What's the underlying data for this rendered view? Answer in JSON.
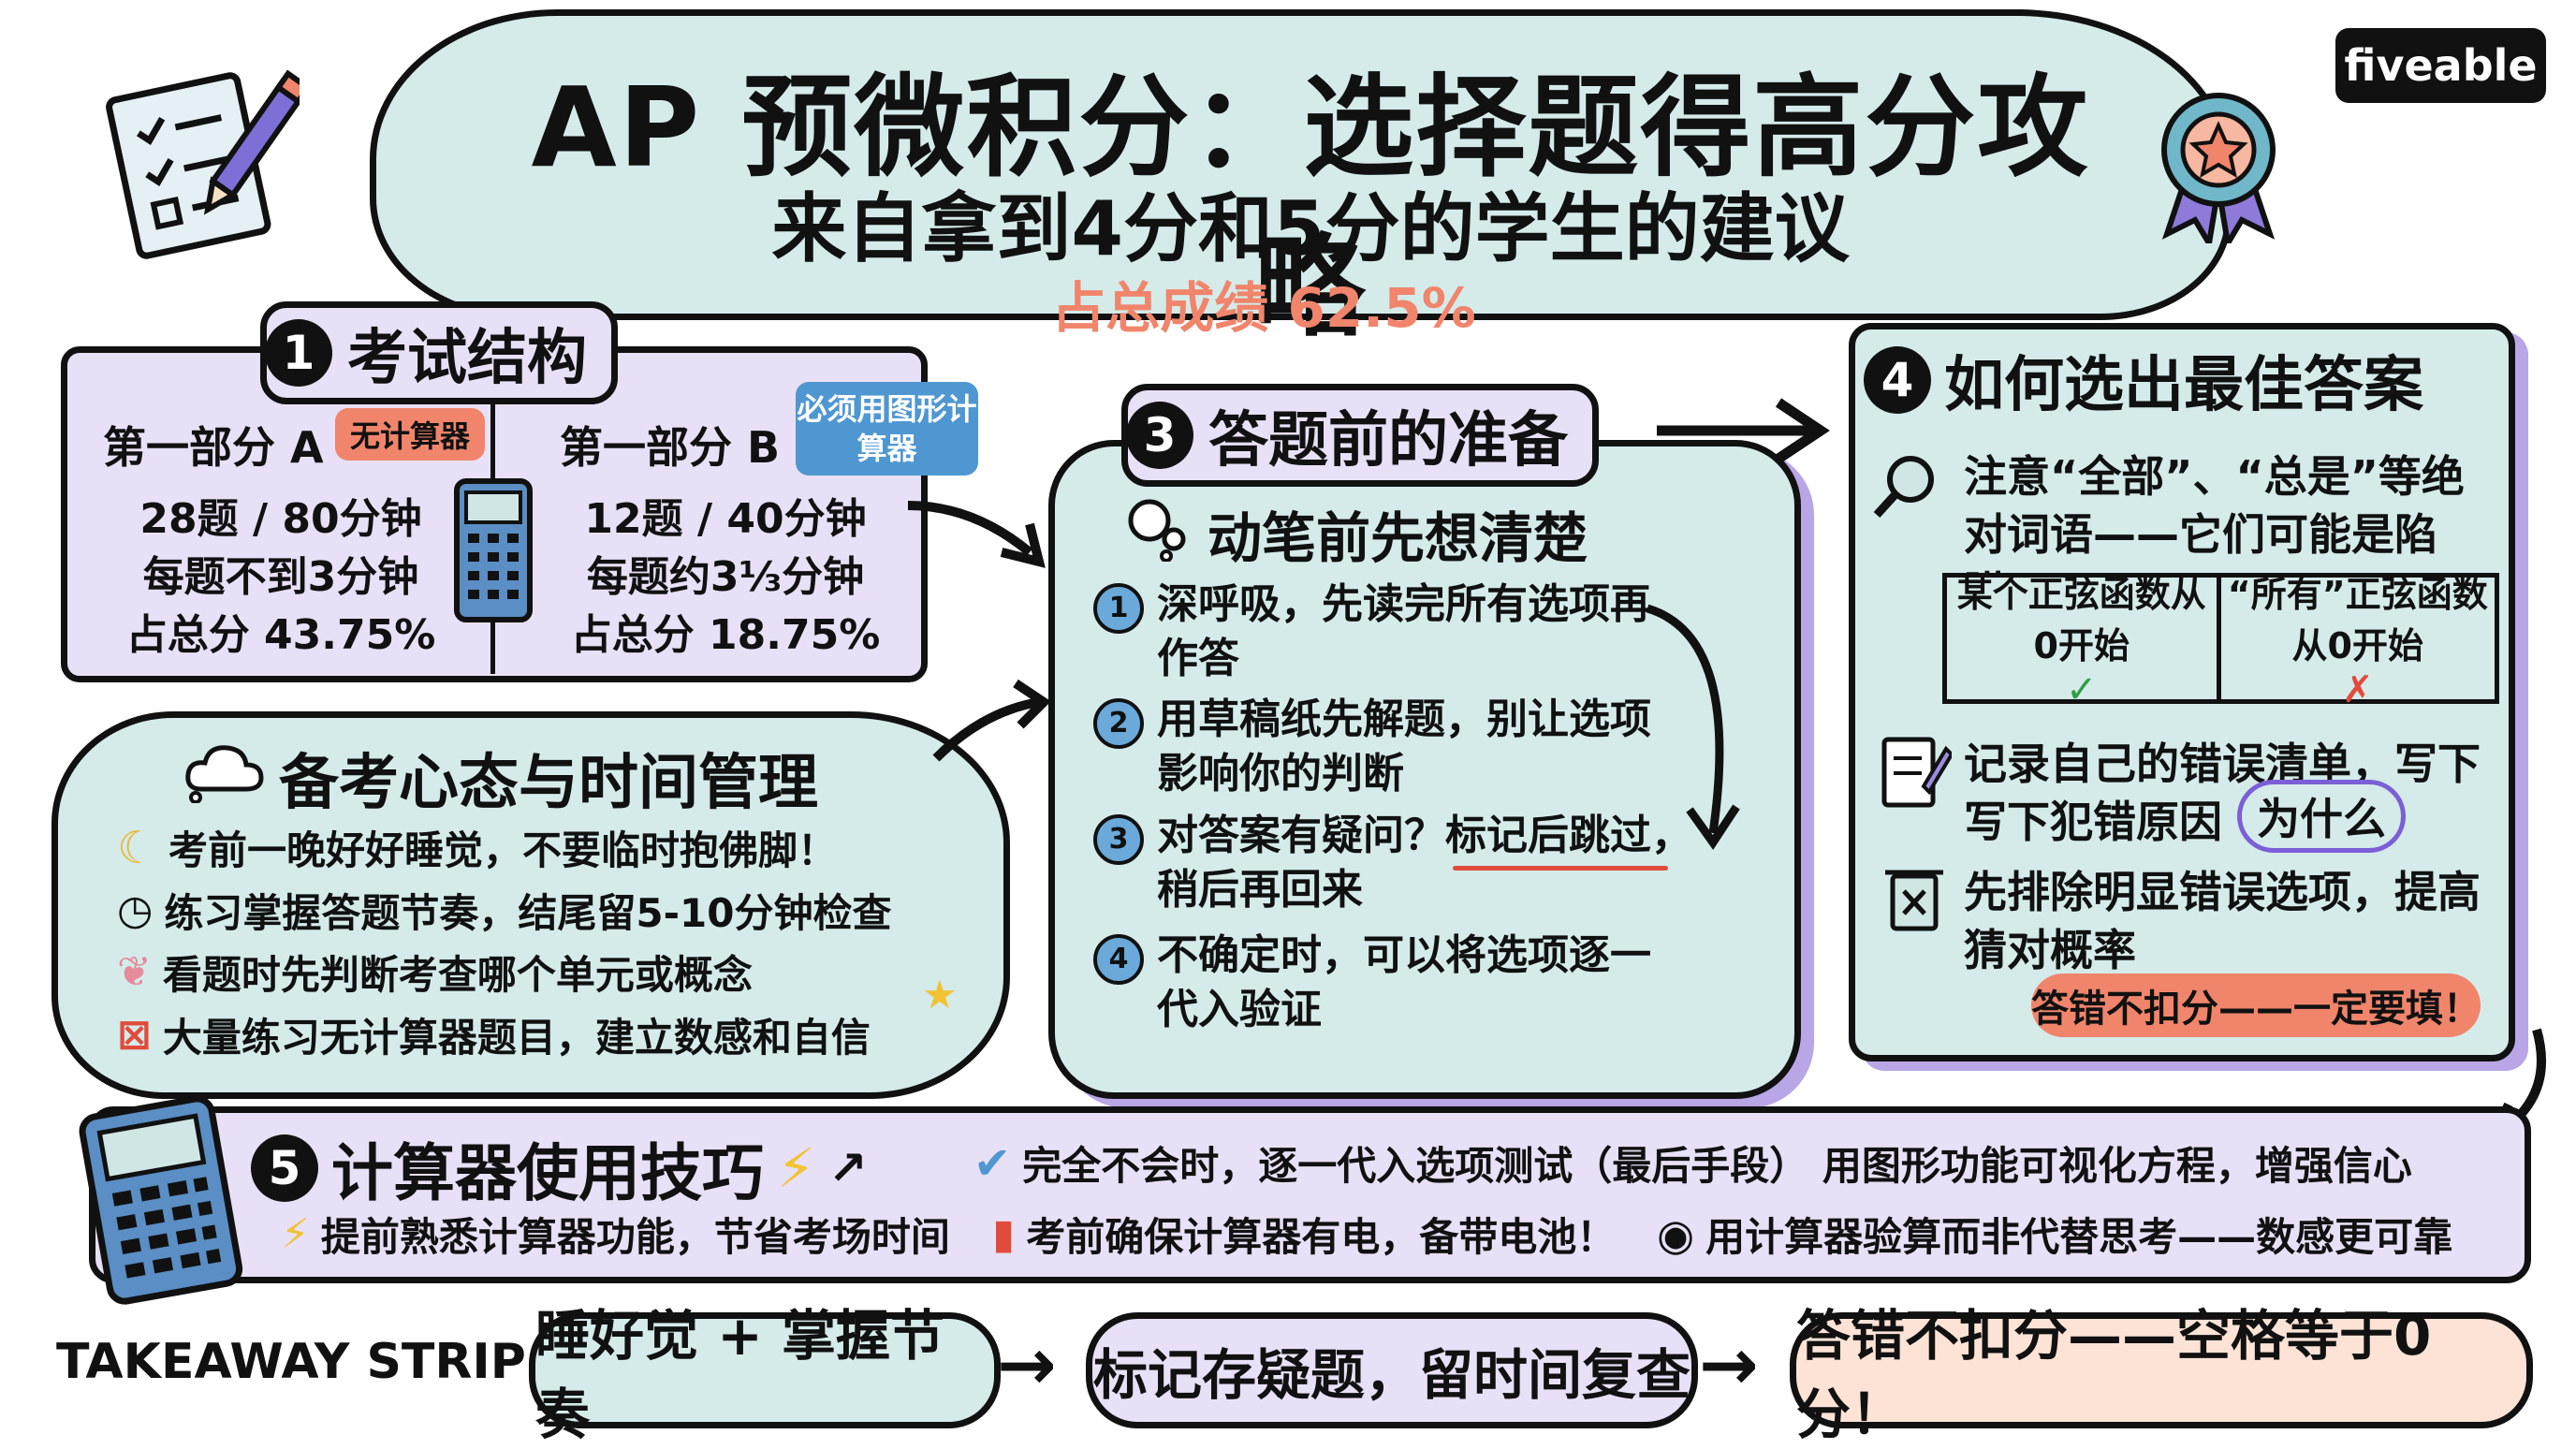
{
  "header": {
    "title": "AP 预微积分：选择题得高分攻略",
    "subtitle": "来自拿到4分和5分的学生的建议",
    "weight": "占总成绩 62.5%",
    "brand": "fiveable"
  },
  "s1": {
    "num": "1",
    "title": "考试结构",
    "a": {
      "label": "第一部分 A",
      "tag": "无计算器",
      "l1": "28题 / 80分钟",
      "l2": "每题不到3分钟",
      "l3": "占总分 43.75%"
    },
    "b": {
      "label": "第一部分 B",
      "tag": "必须用图形计算器",
      "l1": "12题 / 40分钟",
      "l2": "每题约3⅓分钟",
      "l3": "占总分 18.75%"
    }
  },
  "s2": {
    "title": "备考心态与时间管理",
    "items": [
      {
        "icon": "moon-icon",
        "text": "考前一晚好好睡觉，不要临时抱佛脚！"
      },
      {
        "icon": "clock-icon",
        "text": "练习掌握答题节奏，结尾留5-10分钟检查"
      },
      {
        "icon": "brain-icon",
        "text": "看题时先判断考查哪个单元或概念"
      },
      {
        "icon": "no-calculator-icon",
        "text": "大量练习无计算器题目，建立数感和自信"
      }
    ]
  },
  "s3": {
    "num": "3",
    "title": "答题前的准备",
    "subhead": "动笔前先想清楚",
    "steps": [
      {
        "n": "1",
        "text": "深呼吸，先读完所有选项再作答"
      },
      {
        "n": "2",
        "text": "用草稿纸先解题，别让选项影响你的判断"
      },
      {
        "n": "3",
        "text": "对答案有疑问？标记后跳过，稍后再回来"
      },
      {
        "n": "4",
        "text": "不确定时，可以将选项逐一代入验证"
      }
    ]
  },
  "s4": {
    "num": "4",
    "title": "如何选出最佳答案",
    "tip1": "注意“全部”、“总是”等绝对词语——它们可能是陷阱！",
    "table": {
      "left": "某个正弦函数从0开始",
      "left_mark": "✓",
      "right": "“所有”正弦函数从0开始",
      "right_mark": "✗"
    },
    "tip2a": "记录自己的错误清单，写下",
    "tip2b": "写下犯错原因",
    "tip2c": "为什么",
    "tip3": "先排除明显错误选项，提高猜对概率",
    "banner": "答错不扣分——一定要填！"
  },
  "s5": {
    "num": "5",
    "title": "计算器使用技巧",
    "tips": [
      "完全不会时，逐一代入选项测试（最后手段） 用图形功能可视化方程，增强信心",
      "提前熟悉计算器功能，节省考场时间",
      "考前确保计算器有电，备带电池！",
      "用计算器验算而非代替思考——数感更可靠"
    ]
  },
  "takeaway": {
    "label": "TAKEAWAY STRIP",
    "items": [
      "睡好觉 + 掌握节奏",
      "标记存疑题，留时间复查",
      "答错不扣分——空格等于0分！"
    ]
  },
  "colors": {
    "lavender": "#e8e0f6",
    "teal": "#d4ebea",
    "coral": "#f0856b",
    "blue": "#6aa9d9",
    "peach": "#fde3d6",
    "purple_border": "#b9a6e6"
  }
}
